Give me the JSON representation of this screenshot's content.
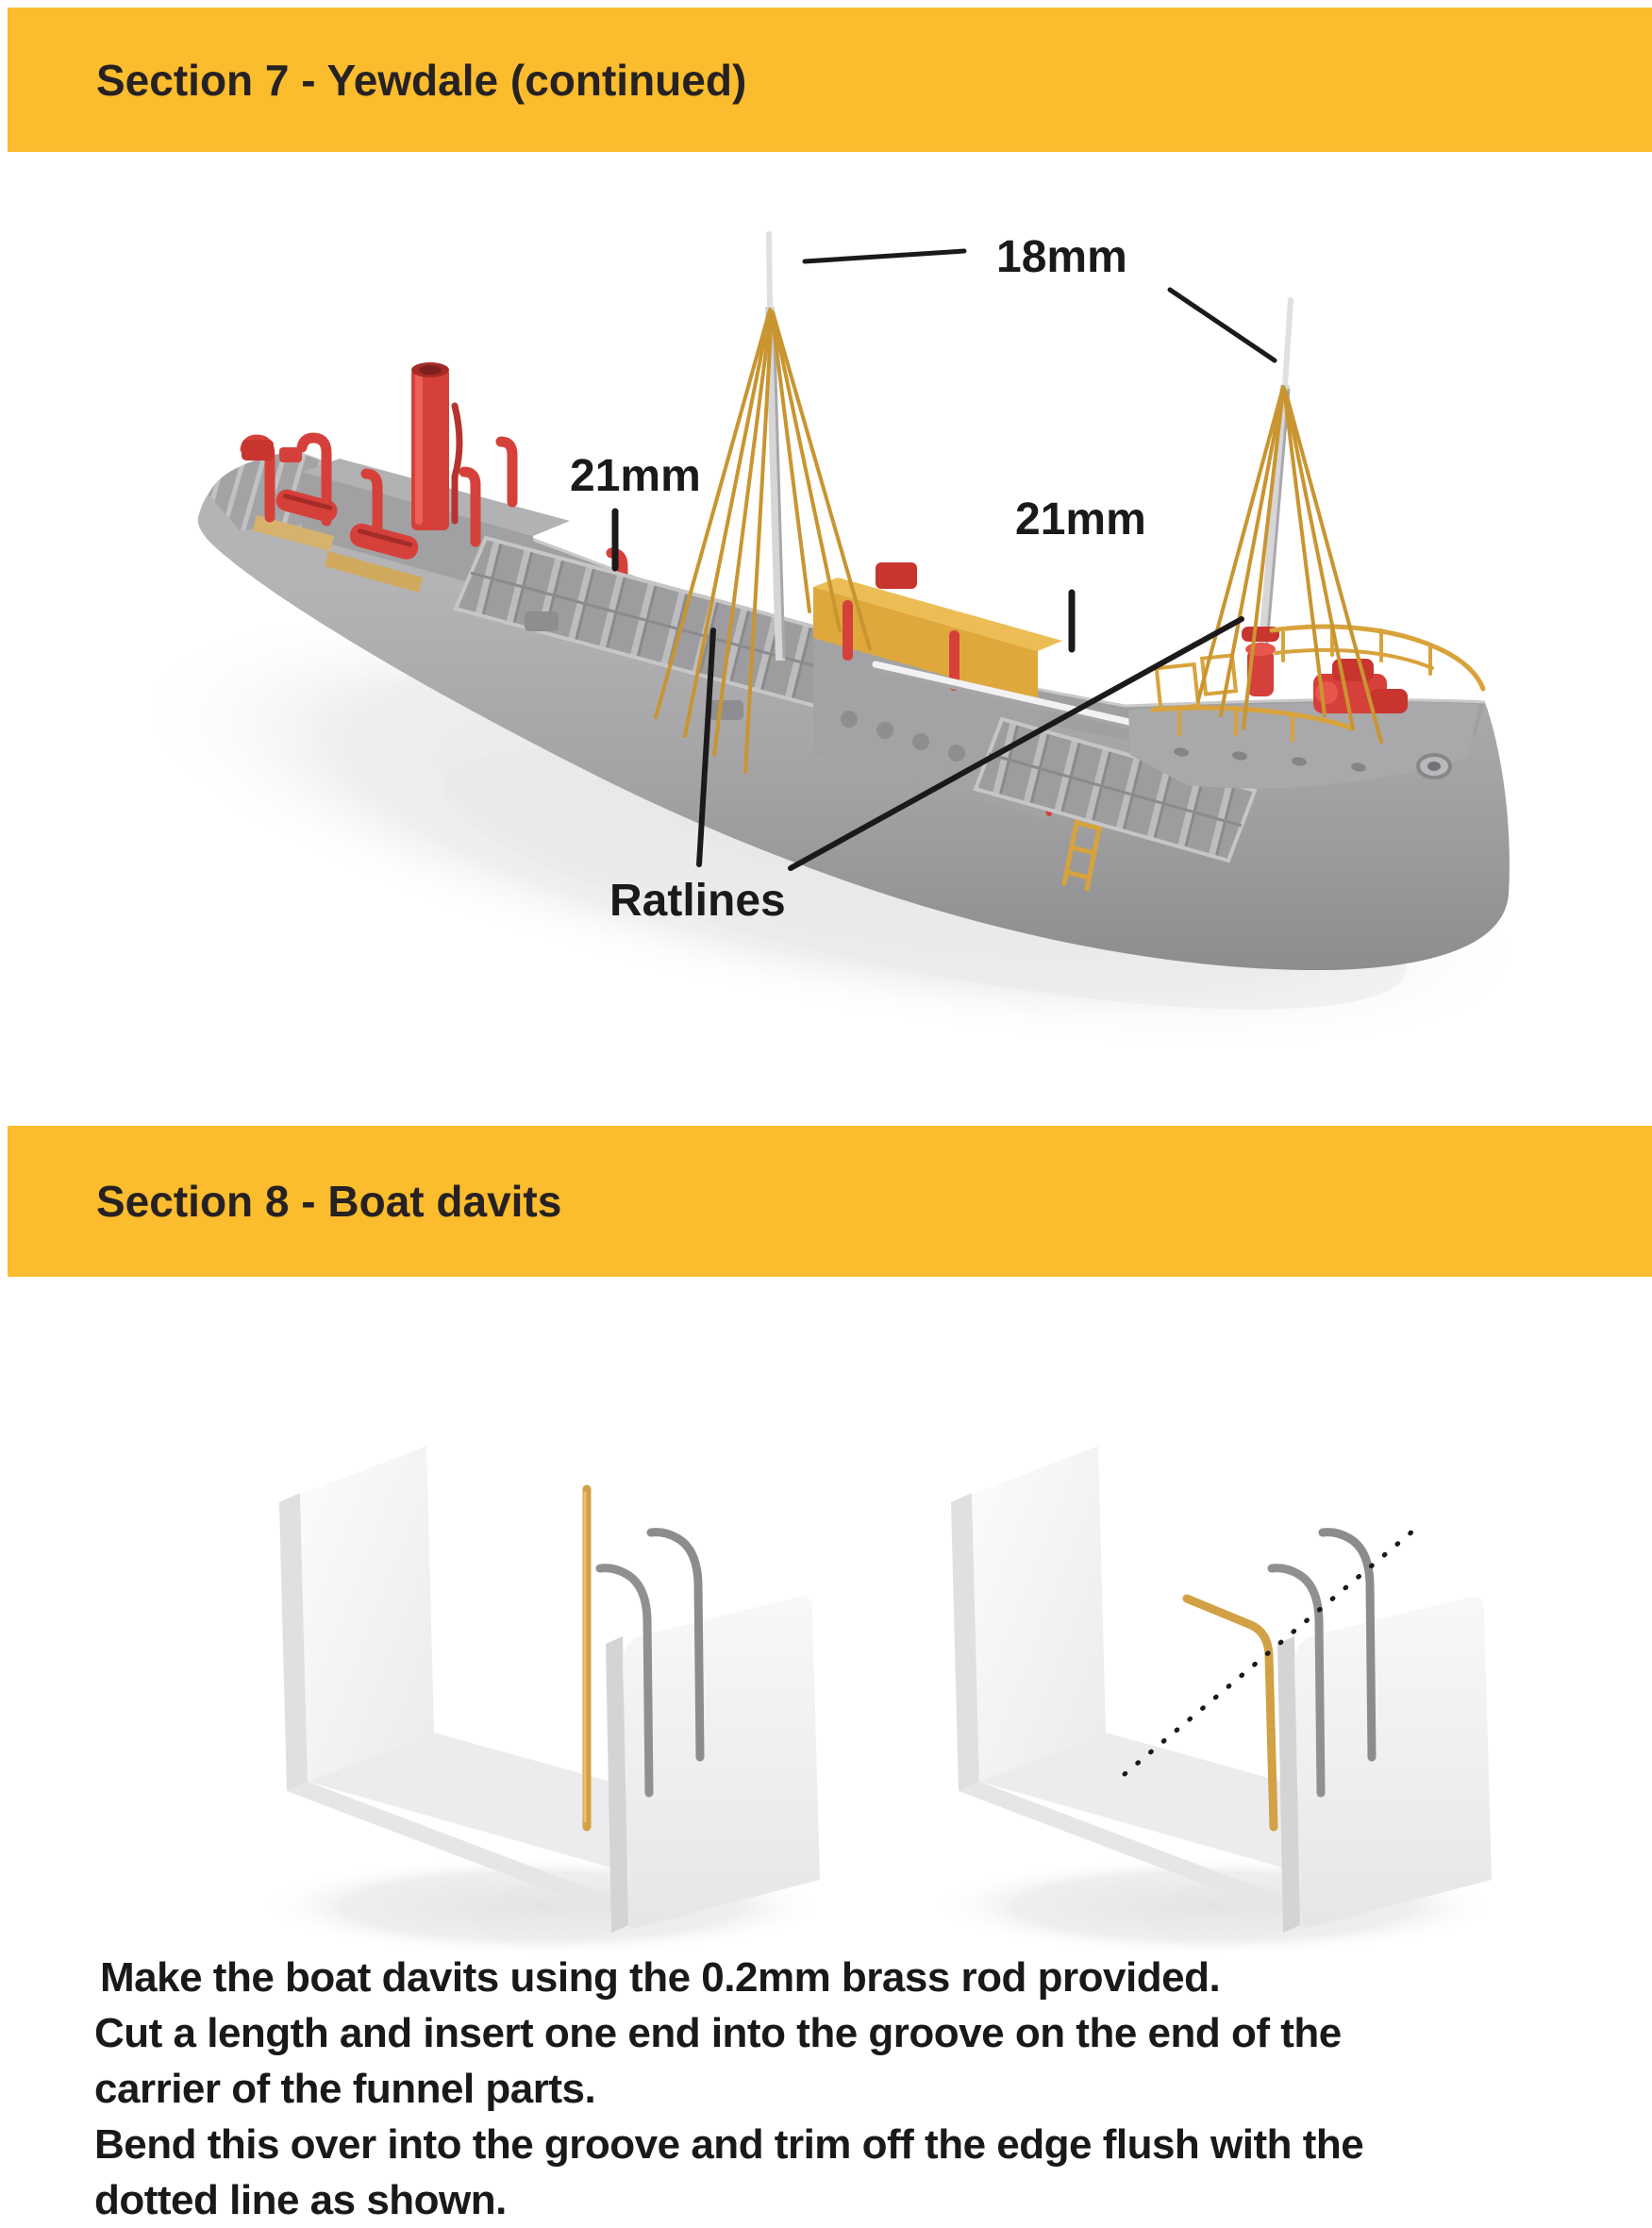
{
  "document": {
    "sections": [
      {
        "title": "Section 7 - Yewdale (continued)"
      },
      {
        "title": "Section 8 - Boat davits"
      }
    ],
    "ship_figure": {
      "annotations": {
        "masthead_length": "18mm",
        "main_mast_length": "21mm",
        "fore_mast_length": "21mm",
        "rigging_label": "Ratlines"
      }
    },
    "instructions": [
      "Make the boat davits using the 0.2mm brass rod provided.",
      "Cut a length and insert one end into the groove on the end of the",
      "carrier of the funnel parts.",
      "Bend this over into the groove and trim off the edge flush with the",
      "dotted line as shown."
    ],
    "colors": {
      "header_bg": "#FBBC2D",
      "header_text": "#262122",
      "annotation_text": "#1b1919",
      "hull_gray": "#9a9a9c",
      "detail_red": "#d6403a",
      "detail_yellow": "#dda73d",
      "rigging_yellow": "#c99531",
      "brass_rod": "#d2a045",
      "steel_rod": "#8f8f92"
    }
  }
}
